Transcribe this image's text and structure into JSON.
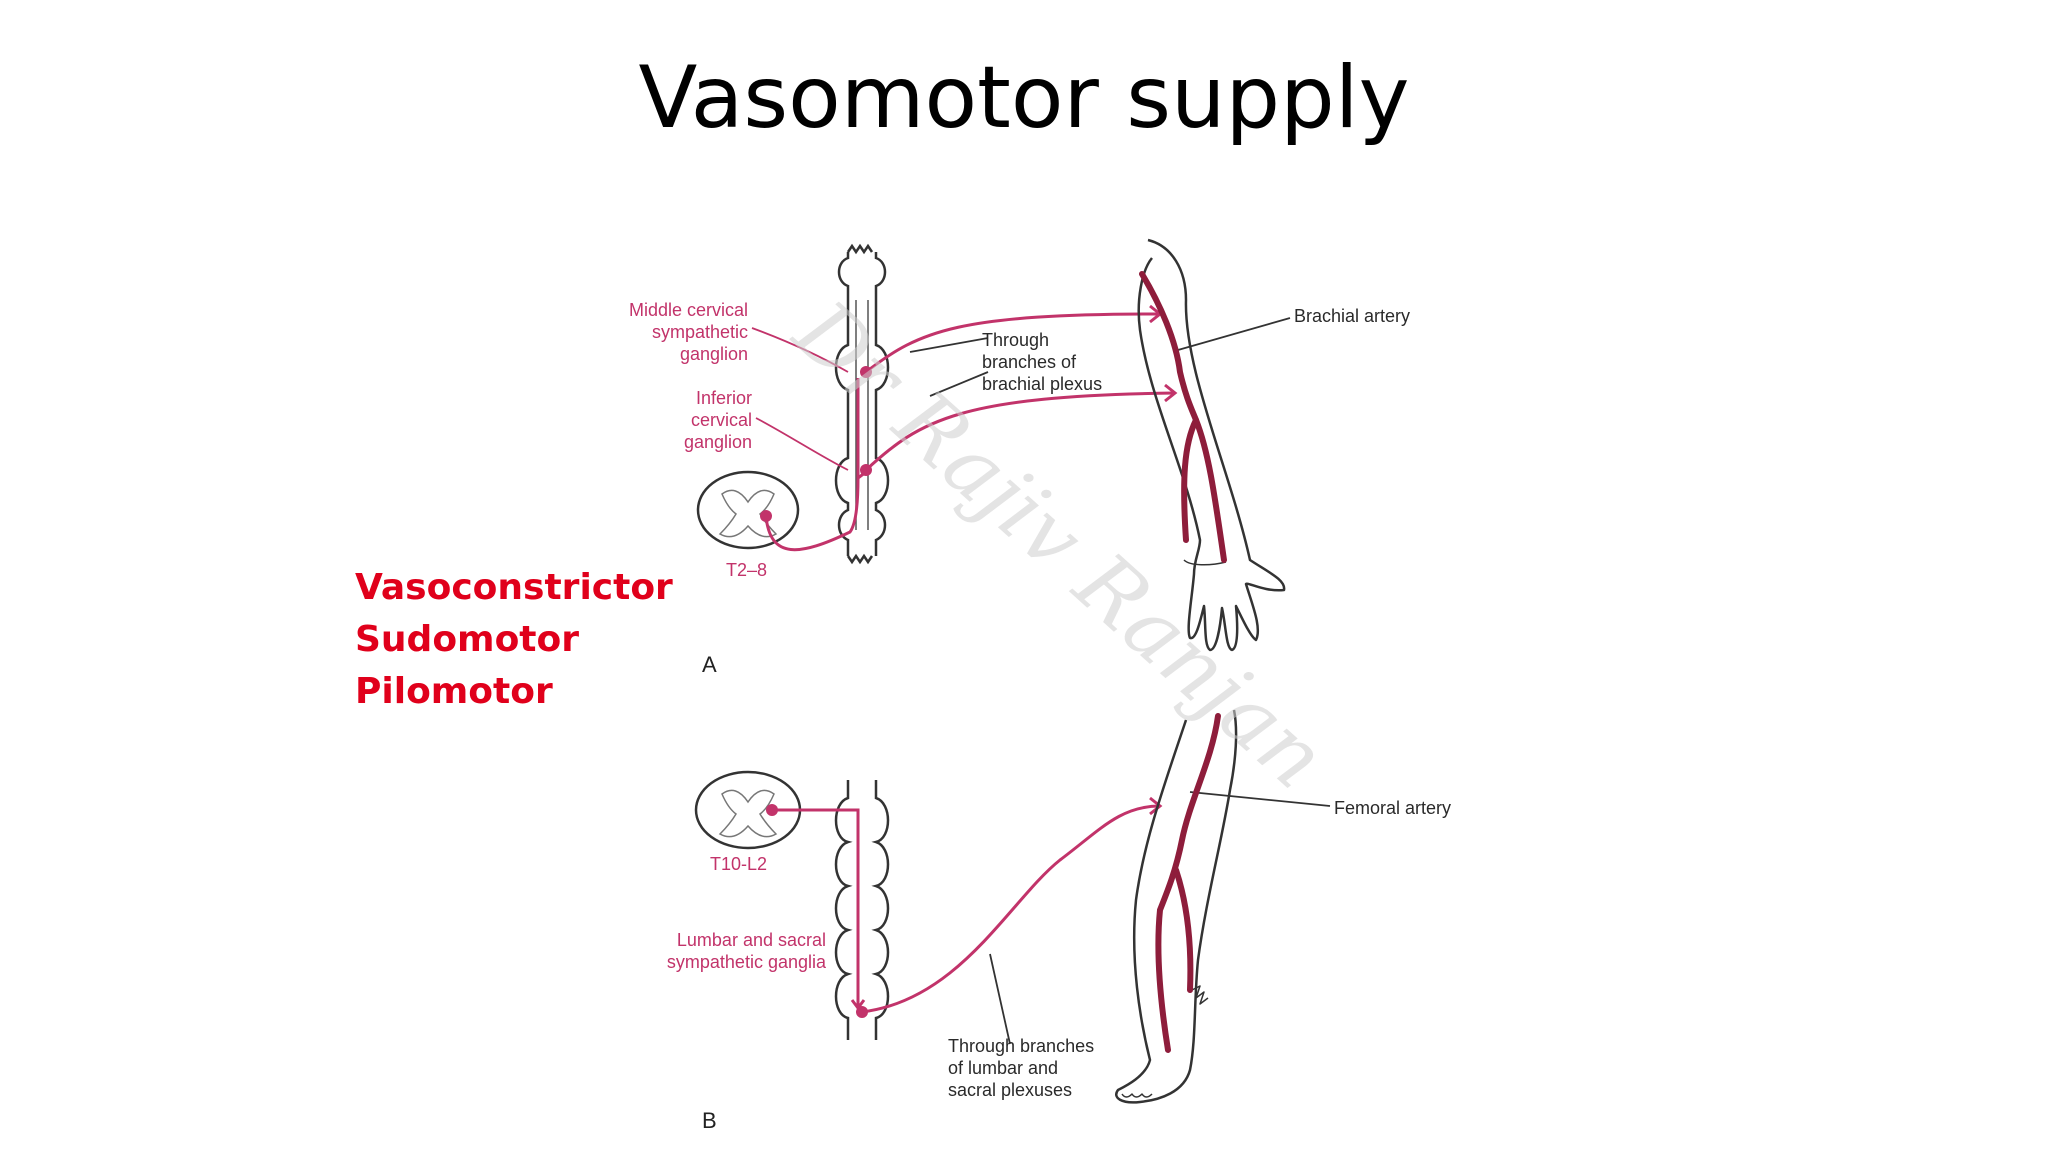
{
  "slide": {
    "title": "Vasomotor supply",
    "effects": [
      "Vasoconstrictor",
      "Sudomotor",
      "Pilomotor"
    ]
  },
  "diagram": {
    "panel_a": {
      "letter": "A",
      "middle_ganglion": [
        "Middle cervical",
        "sympathetic",
        "ganglion"
      ],
      "inferior_ganglion": [
        "Inferior",
        "cervical",
        "ganglion"
      ],
      "cord_level": "T2–8",
      "through": [
        "Through",
        "branches of",
        "brachial plexus"
      ],
      "artery": "Brachial artery"
    },
    "panel_b": {
      "letter": "B",
      "cord_level": "T10-L2",
      "ganglia": [
        "Lumbar and sacral",
        "sympathetic ganglia"
      ],
      "through": [
        "Through branches",
        "of lumbar and",
        "sacral plexuses"
      ],
      "artery": "Femoral artery"
    },
    "watermark": "Dr Rajiv Ranjan"
  },
  "colors": {
    "nerve": "#c2336a",
    "artery": "#8e1d3b",
    "effects": "#e0001b"
  }
}
